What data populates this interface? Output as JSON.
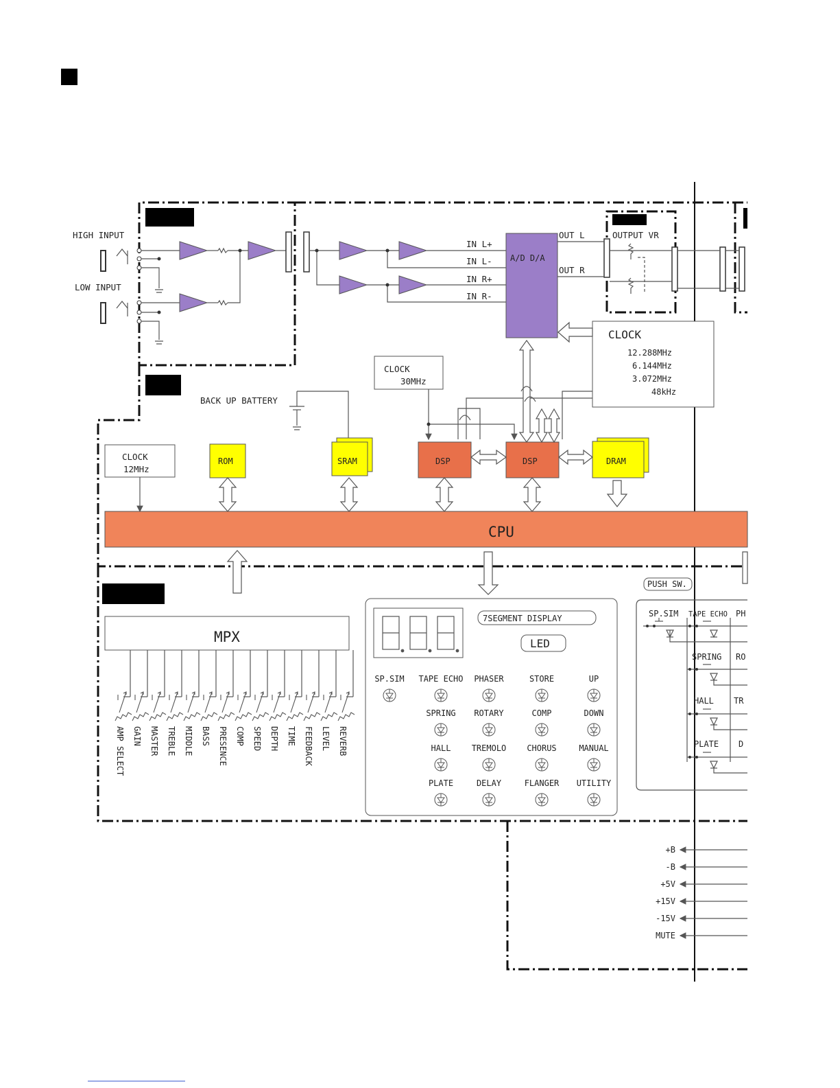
{
  "inputs": {
    "high": "HIGH INPUT",
    "low": "LOW INPUT"
  },
  "converter": {
    "label": "A/D  D/A",
    "in_labels": [
      "IN L+",
      "IN L-",
      "IN R+",
      "IN R-"
    ],
    "out_labels": [
      "OUT L",
      "OUT R"
    ]
  },
  "output_vr": "OUTPUT VR",
  "clock_main": {
    "title": "CLOCK",
    "freqs": [
      "12.288MHz",
      "6.144MHz",
      "3.072MHz",
      "48kHz"
    ]
  },
  "clock_dsp": {
    "title": "CLOCK",
    "freq": "30MHz"
  },
  "clock_cpu": {
    "title": "CLOCK",
    "freq": "12MHz"
  },
  "battery": "BACK UP BATTERY",
  "chips": {
    "rom": "ROM",
    "sram": "SRAM",
    "dsp1": "DSP",
    "dsp2": "DSP",
    "dram": "DRAM",
    "cpu": "CPU",
    "mpx": "MPX"
  },
  "knobs": [
    "AMP SELECT",
    "GAIN",
    "MASTER",
    "TREBLE",
    "MIDDLE",
    "BASS",
    "PRESENCE",
    "COMP",
    "SPEED",
    "DEPTH",
    "TIME",
    "FEEDBACK",
    "LEVEL",
    "REVERB"
  ],
  "display_panel": {
    "seg_label": "7SEGMENT DISPLAY",
    "led_label": "LED",
    "leds": [
      [
        "SP.SIM",
        "TAPE ECHO",
        "PHASER",
        "STORE",
        "UP"
      ],
      [
        "",
        "SPRING",
        "ROTARY",
        "COMP",
        "DOWN"
      ],
      [
        "",
        "HALL",
        "TREMOLO",
        "CHORUS",
        "MANUAL"
      ],
      [
        "",
        "PLATE",
        "DELAY",
        "FLANGER",
        "UTILITY"
      ]
    ]
  },
  "push_sw": {
    "title": "PUSH SW.",
    "labels": [
      "SP.SIM",
      "TAPE ECHO",
      "PH",
      "SPRING",
      "RO",
      "HALL",
      "TR",
      "PLATE",
      "D"
    ]
  },
  "power": [
    "+B",
    "-B",
    "+5V",
    "+15V",
    "-15V",
    "MUTE"
  ],
  "colors": {
    "amp": "#9b7ec8",
    "chip_yellow": "#ffff00",
    "dsp": "#e8704a",
    "cpu": "#f0845a"
  }
}
